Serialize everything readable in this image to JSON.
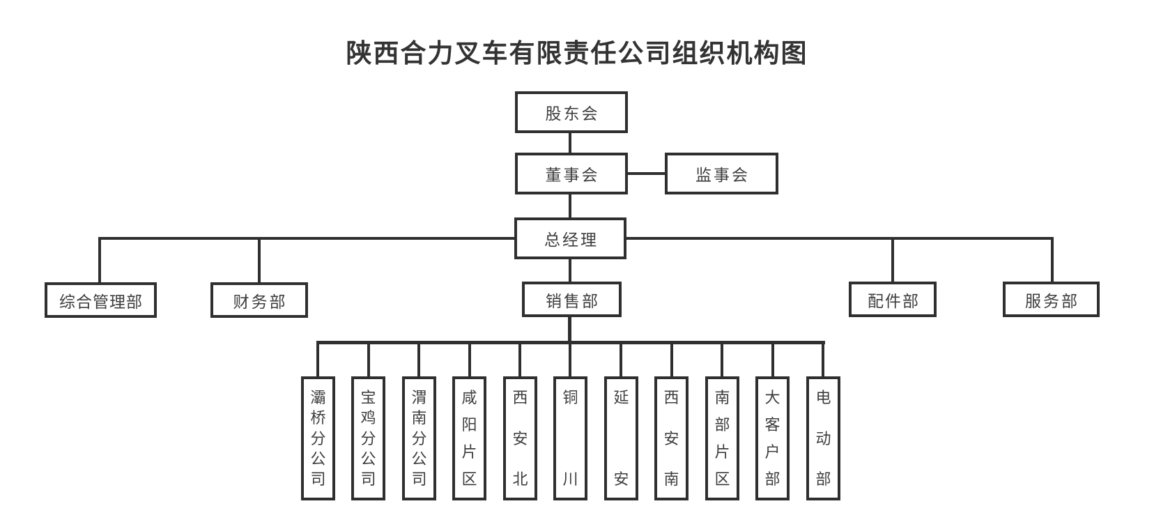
{
  "title": "陕西合力叉车有限责任公司组织机构图",
  "colors": {
    "line": "#2f2f2f",
    "text": "#3d3d3d",
    "title_text": "#333333",
    "background": "#ffffff"
  },
  "org": {
    "shareholders": {
      "label": "股东会"
    },
    "board": {
      "label": "董事会"
    },
    "supervisors": {
      "label": "监事会"
    },
    "general_manager": {
      "label": "总经理"
    },
    "departments": [
      {
        "label": "综合管理部"
      },
      {
        "label": "财务部"
      },
      {
        "label": "销售部"
      },
      {
        "label": "配件部"
      },
      {
        "label": "服务部"
      }
    ],
    "sales_units": [
      {
        "label": "灞桥分公司"
      },
      {
        "label": "宝鸡分公司"
      },
      {
        "label": "渭南分公司"
      },
      {
        "label": "咸阳片区"
      },
      {
        "label": "西安北"
      },
      {
        "label": "铜川"
      },
      {
        "label": "延安"
      },
      {
        "label": "西安南"
      },
      {
        "label": "南部片区"
      },
      {
        "label": "大客户部"
      },
      {
        "label": "电动部"
      }
    ]
  }
}
